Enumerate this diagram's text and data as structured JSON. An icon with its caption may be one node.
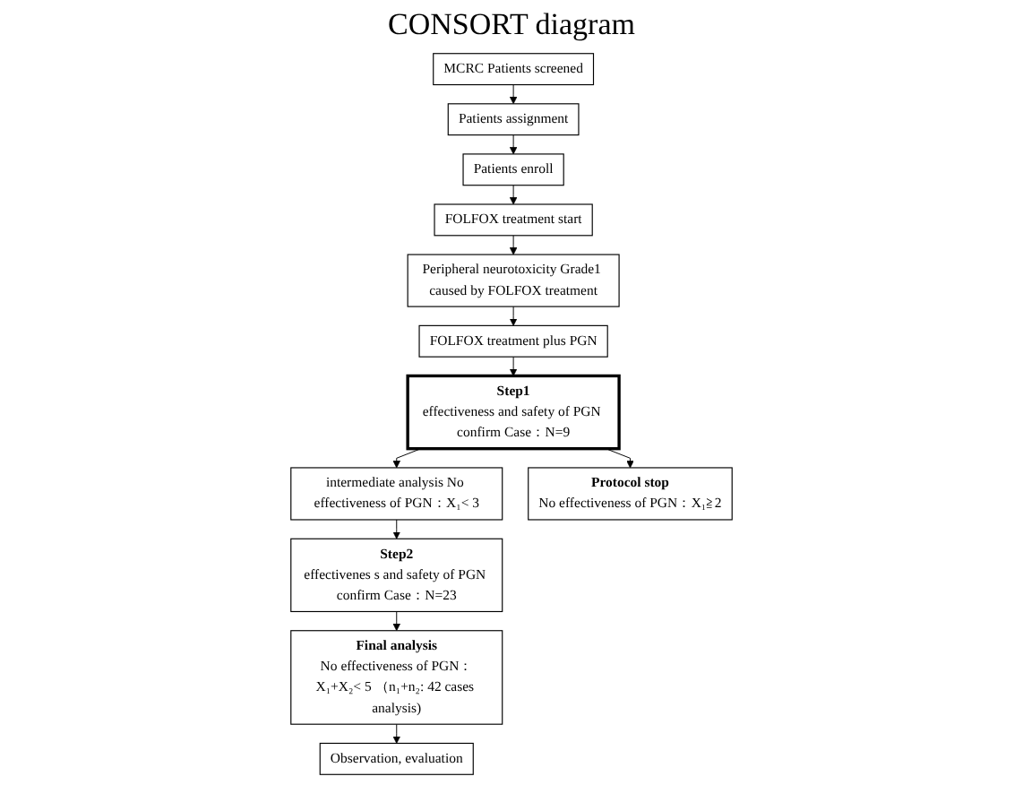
{
  "diagram": {
    "title": "CONSORT diagram",
    "nodes": [
      {
        "text": [
          "MCRC Patients screened"
        ]
      },
      {
        "text": [
          "Patients assignment"
        ]
      },
      {
        "text": [
          "Patients enroll"
        ]
      },
      {
        "text": [
          "FOLFOX treatment start"
        ]
      },
      {
        "text": [
          "Peripheral neurotoxicity Grade1 caused by FOLFOX treatment"
        ]
      },
      {
        "text": [
          "FOLFOX treatment plus PGN"
        ]
      },
      {
        "text": [
          "Step1",
          "effectiveness and safety of PGN confirm Case：N=9"
        ]
      },
      {
        "text": [
          "intermediate analysis No effectiveness of PGN：X₁< 3"
        ]
      },
      {
        "text": [
          "Step2",
          "effectivenes s and safety of PGN confirm Case：N=23"
        ]
      },
      {
        "text": [
          "Final analysis",
          "No effectiveness of PGN：X₁+X₂< 5 （n₁+n₂: 42 cases analysis)"
        ]
      },
      {
        "text": [
          "Observation, evaluation"
        ]
      },
      {
        "text": [
          "Protocol stop",
          "No effectiveness of PGN：X₁≧2"
        ]
      }
    ],
    "edges": [
      {
        "from": 0,
        "to": 1,
        "arrow": "to"
      },
      {
        "from": 1,
        "to": 2,
        "arrow": "to"
      },
      {
        "from": 2,
        "to": 3,
        "arrow": "to"
      },
      {
        "from": 3,
        "to": 4,
        "arrow": "to"
      },
      {
        "from": 4,
        "to": 5,
        "arrow": "to"
      },
      {
        "from": 5,
        "to": 6,
        "arrow": "to"
      },
      {
        "from": 6,
        "to": 7,
        "arrow": "to"
      },
      {
        "from": 6,
        "to": 11,
        "arrow": "to"
      },
      {
        "from": 7,
        "to": 8,
        "arrow": "to"
      },
      {
        "from": 8,
        "to": 9,
        "arrow": "to"
      },
      {
        "from": 9,
        "to": 10,
        "arrow": "to"
      }
    ]
  }
}
